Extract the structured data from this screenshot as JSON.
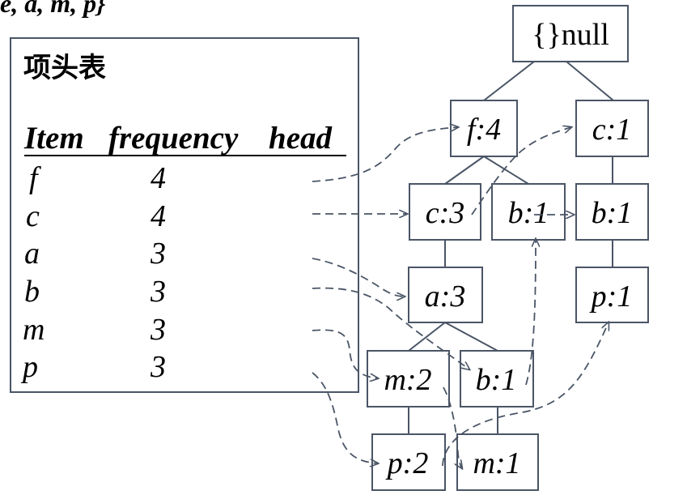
{
  "caption": "e, a, m, p}",
  "header_table": {
    "title": "项头表",
    "columns": [
      "Item",
      "frequency",
      "head"
    ],
    "rows": [
      {
        "item": "f",
        "frequency": "4"
      },
      {
        "item": "c",
        "frequency": "4"
      },
      {
        "item": "a",
        "frequency": "3"
      },
      {
        "item": "b",
        "frequency": "3"
      },
      {
        "item": "m",
        "frequency": "3"
      },
      {
        "item": "p",
        "frequency": "3"
      }
    ]
  },
  "tree": {
    "root": "{}null",
    "nodes": [
      "f:4",
      "c:1",
      "c:3",
      "b:1",
      "b:1",
      "a:3",
      "p:1",
      "m:2",
      "b:1",
      "p:2",
      "m:1"
    ]
  },
  "colors": {
    "node_border": "#4a5566",
    "edge": "#4a5566",
    "link": "#4a5566"
  }
}
